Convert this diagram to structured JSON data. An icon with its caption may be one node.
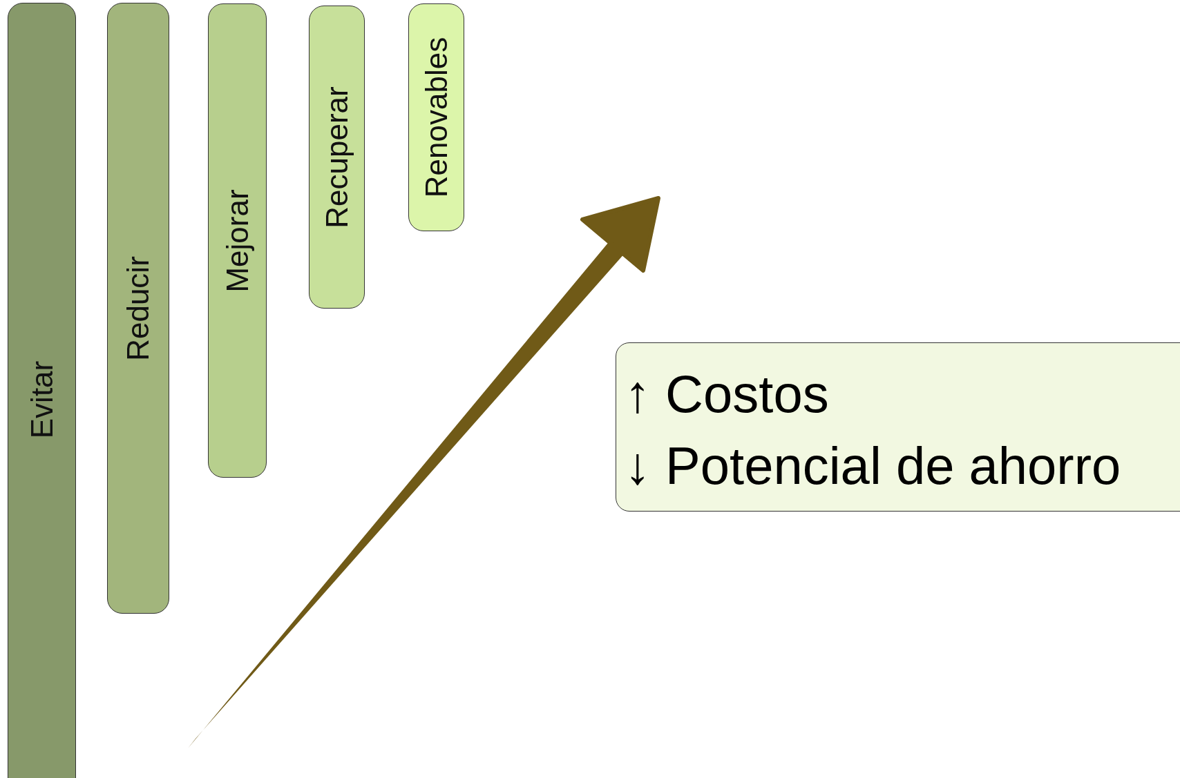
{
  "diagram": {
    "nodes": [
      {
        "text": [
          "Evitar"
        ]
      },
      {
        "text": [
          "Reducir"
        ]
      },
      {
        "text": [
          "Mejorar"
        ]
      },
      {
        "text": [
          "Recuperar"
        ]
      },
      {
        "text": [
          "Renovables"
        ]
      },
      {
        "text": [
          "↑ Costos",
          "↓ Potencial de ahorro"
        ]
      }
    ]
  }
}
